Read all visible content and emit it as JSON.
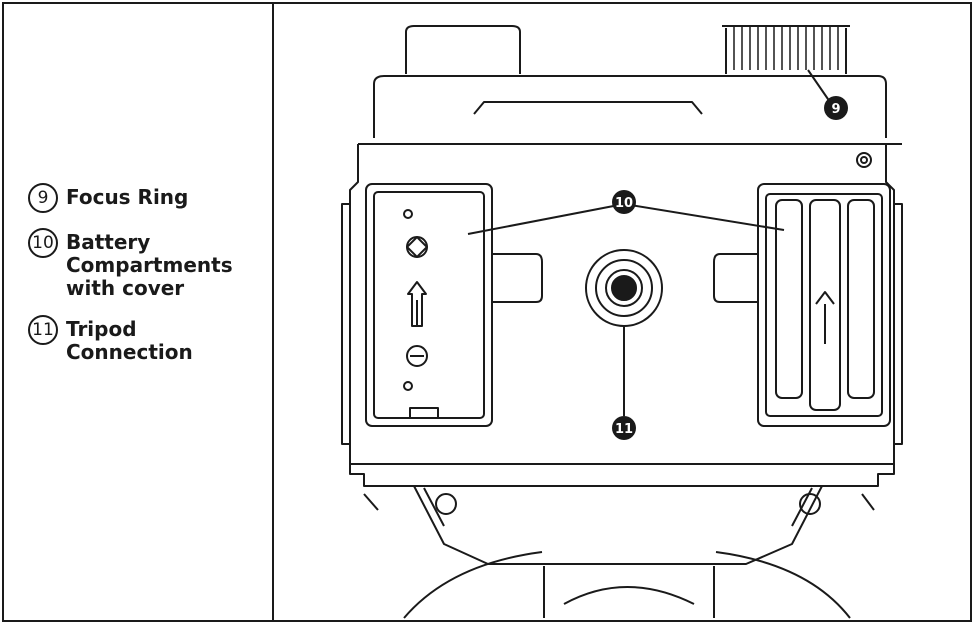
{
  "legend": {
    "items": [
      {
        "number": "9",
        "label": "Focus Ring"
      },
      {
        "number": "10",
        "label": "Battery Compartments with cover"
      },
      {
        "number": "11",
        "label": "Tripod Connection"
      }
    ]
  },
  "diagram": {
    "callouts": {
      "focus": "9",
      "battery": "10",
      "tripod": "11"
    }
  }
}
